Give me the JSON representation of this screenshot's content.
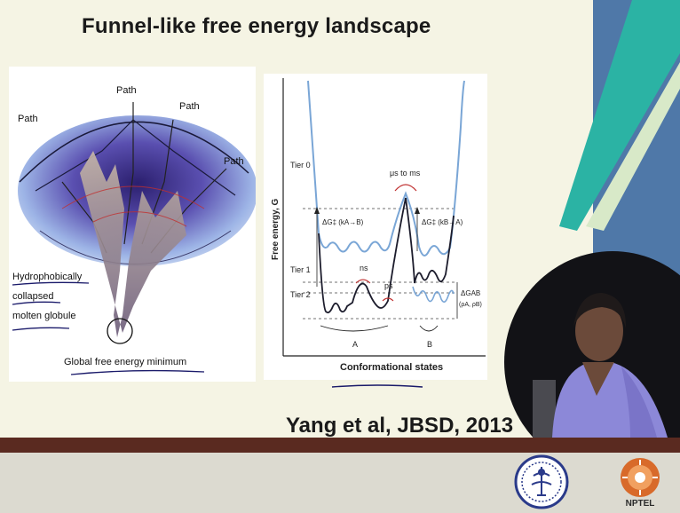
{
  "title": "Funnel-like free energy landscape",
  "left_figure": {
    "path_labels": [
      "Path",
      "Path",
      "Path",
      "Path"
    ],
    "annotation_lines": [
      "Hydrophobically",
      "collapsed",
      "molten globule"
    ],
    "bottom_label": "Global free energy minimum"
  },
  "right_figure": {
    "y_axis_label": "Free energy, G",
    "x_axis_label": "Conformational states",
    "tier0": "Tier 0",
    "tier1": "Tier 1",
    "tier2": "Tier 2",
    "timescale_top": "μs to ms",
    "timescale_ns": "ns",
    "timescale_ps": "ps",
    "dg_left": "ΔG‡ (kA→B)",
    "dg_right": "ΔG‡ (kB→A)",
    "dg_ab": "ΔGAB",
    "dg_ab_sub": "(ρA, ρB)",
    "state_a": "A",
    "state_b": "B"
  },
  "citation": "Yang et al, JBSD, 2013",
  "footer": {
    "nptel_label": "NPTEL"
  },
  "colors": {
    "bar": "#5a2a20",
    "accent_blue": "#4f78a8",
    "accent_teal": "#2bb3a4",
    "funnel_light": "#8fa8d8",
    "curve_dark": "#1c1c2c",
    "curve_light": "#7aa6d6"
  }
}
